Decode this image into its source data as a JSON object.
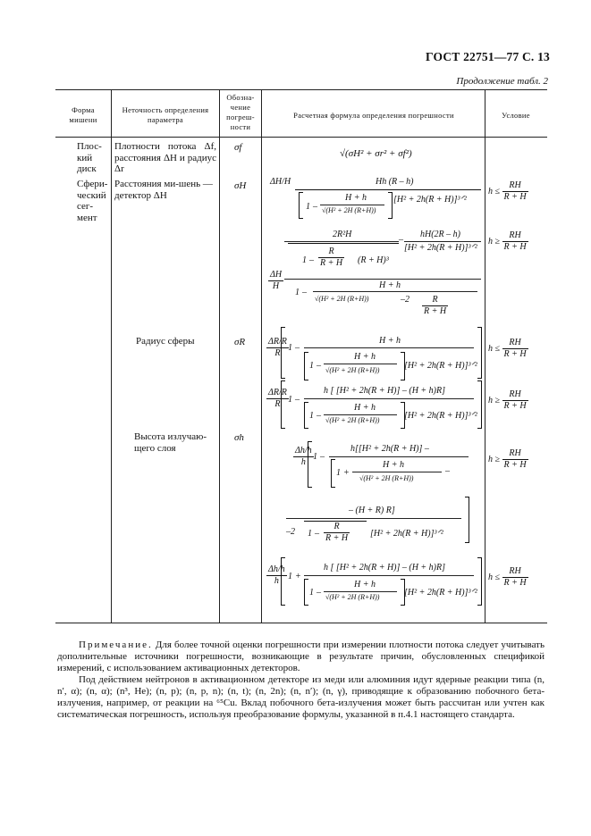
{
  "header": {
    "standard": "ГОСТ 22751—77 С. 13",
    "continuation": "Продолжение табл. 2"
  },
  "table": {
    "columns": [
      "Форма мишени",
      "Неточность определения параметра",
      "Обозна-чение погреш-ности",
      "Расчетная формула определения погрешности",
      "Условие"
    ],
    "rows": [
      {
        "shape": "Плос-кий диск",
        "param": "Плотности потока Δf, расстояния ΔH и радиус Δr",
        "symbol": "σf",
        "condition": ""
      },
      {
        "shape": "Сфери-ческий сег-мент",
        "param": "Расстояния ми-шень — детектор ΔH",
        "symbol": "σH",
        "condition1": "h ≤ RH/(R+H)",
        "condition2": "h ≥ RH/(R+H)"
      },
      {
        "shape": "",
        "param": "Радиус сферы",
        "symbol": "σR",
        "condition1": "h ≤ RH/(R+H)",
        "condition2": "h ≥ RH/(R+H)"
      },
      {
        "shape": "",
        "param": "Высота излучаю-щего слоя",
        "symbol": "σh",
        "condition1": "h ≥ RH/(R+H)",
        "condition2": "h ≤ RH/(R+H)"
      }
    ]
  },
  "formulas": {
    "f1": "√(σH² + σr² + σf²)",
    "H_ratio": "ΔH/H",
    "R_ratio": "ΔR/R",
    "h_ratio": "Δh/h",
    "Hh_R_h": "Hh (R – h)",
    "H_plus_h": "H + h",
    "sqrt_H2": "√(H² + 2H (R+H))",
    "bracket_expr": "[H² + 2h(R + H)]³ᐟ²",
    "two_R2H": "2R²H",
    "hH_2R_h": "hH(2R – h)",
    "R_over_RH": "R/(R+H)",
    "R_plus_H_cube": "(R + H)³",
    "h_bracket_R": "h [ [H² + 2h(R + H)] – (H + h)R]",
    "h_bracket_open": "h[[H² + 2h(R + H)] –",
    "minus_HR": "– (H + R) R]",
    "minus_two": "–2",
    "one": "1",
    "minus_sign": "–",
    "plus_sign": "+",
    "RH": "RH",
    "R_plus_H": "R + H",
    "h_le": "h ≤",
    "h_ge": "h ≥"
  },
  "note": {
    "label": "Примечание.",
    "text1": "Для более точной оценки погрешности при измерении плотности потока следует учитывать дополнительные источники погрешности, возникающие в результате причин, обусловленных спецификой измерений, с использованием активационных детекторов.",
    "text2": "Под действием нейтронов в активационном детекторе из меди или алюминия идут ядерные реакции типа (n, n′, α); (n, α); (n³, He); (n, p); (n, p, n); (n, t); (n, 2n); (n, n′); (n, γ), приводящие к образованию побочного бета-излучения, например, от реакции на ⁶⁵Cu. Вклад побочного бета-излучения может быть рассчитан или учтен как систематическая погрешность, используя преобразование формулы, указанной в п.4.1 настоящего стандарта."
  }
}
